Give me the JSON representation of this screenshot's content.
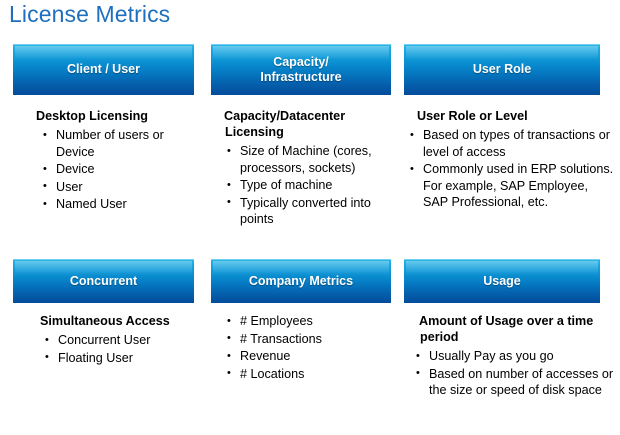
{
  "slide": {
    "title": "License Metrics",
    "title_color": "#1F6FBE",
    "header_gradient_top": "#2BB7E8",
    "header_gradient_bottom": "#044C99",
    "header_text_color": "#FFFFFF",
    "body_text_color": "#000000",
    "background": "#FFFFFF"
  },
  "cards": [
    {
      "header": "Client / User",
      "heading": "Desktop Licensing",
      "bullets": [
        "Number of users or Device",
        "Device",
        "User",
        "Named User"
      ]
    },
    {
      "header": "Capacity/ Infrastructure",
      "header_line1": "Capacity/",
      "header_line2": "Infrastructure",
      "heading": "Capacity/Datacenter Licensing",
      "bullets": [
        "Size  of Machine (cores, processors, sockets)",
        "Type of machine",
        "Typically converted into points"
      ]
    },
    {
      "header": "User Role",
      "heading": "User Role or Level",
      "bullets": [
        "Based on types of transactions or level of access",
        "Commonly used in ERP solutions.  For example,  SAP Employee, SAP Professional, etc."
      ]
    },
    {
      "header": "Concurrent",
      "heading": "Simultaneous Access",
      "bullets": [
        "Concurrent User",
        "Floating User"
      ]
    },
    {
      "header": "Company Metrics",
      "heading": "",
      "bullets": [
        "# Employees",
        "# Transactions",
        "Revenue",
        "# Locations"
      ]
    },
    {
      "header": "Usage",
      "heading": "Amount of Usage over a time period",
      "bullets": [
        "Usually Pay as you go",
        "Based on number of accesses or the size or speed of disk space"
      ]
    }
  ]
}
